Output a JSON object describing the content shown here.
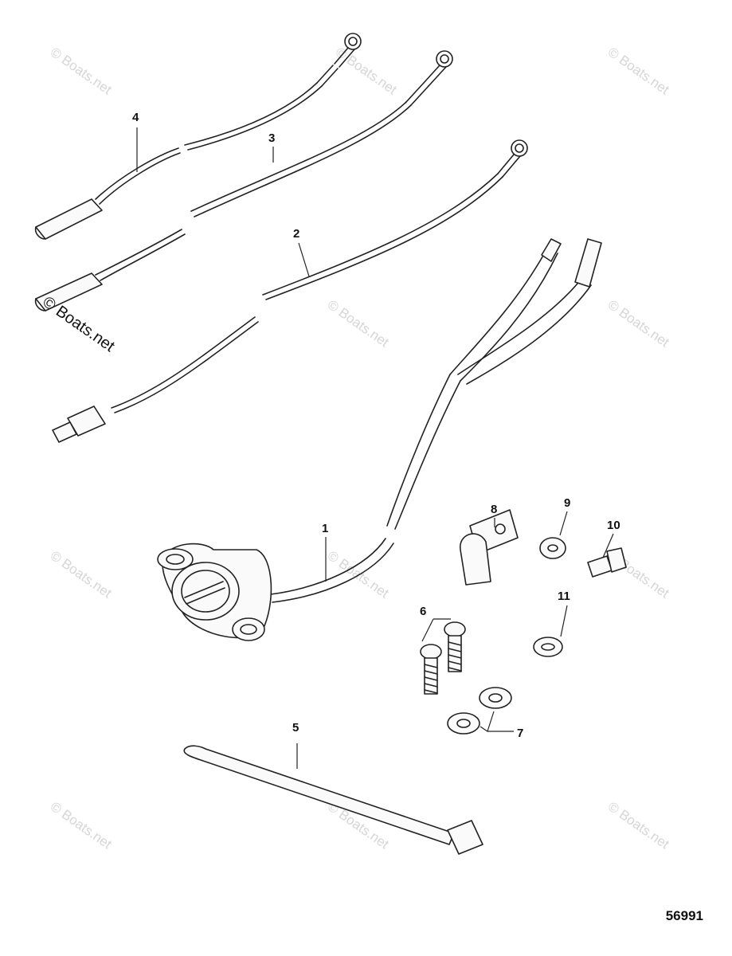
{
  "figure_number": "56991",
  "copyright_text": "© Boats.net",
  "watermark_text": "© Boats.net",
  "callouts": {
    "c1": "1",
    "c2": "2",
    "c3": "3",
    "c4": "4",
    "c5": "5",
    "c6": "6",
    "c7": "7",
    "c8": "8",
    "c9": "9",
    "c10": "10",
    "c11": "11"
  }
}
